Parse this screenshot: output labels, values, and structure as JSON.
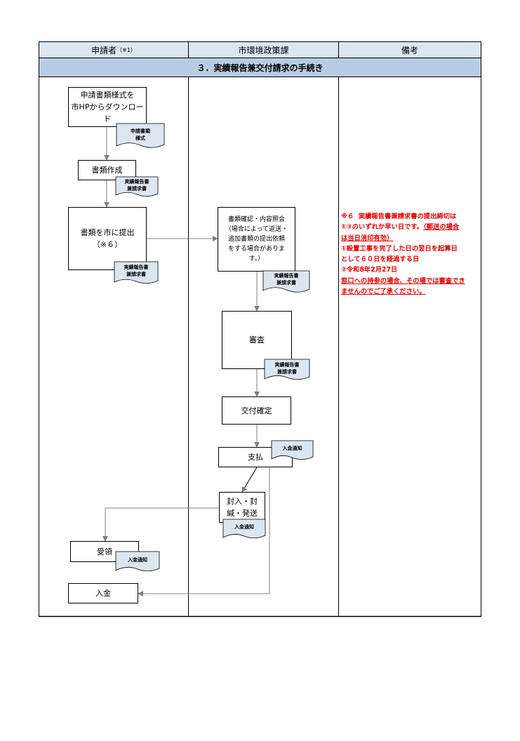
{
  "headers": {
    "applicant": "申請者",
    "applicant_note": "（※1）",
    "city": "市環境政策課",
    "remarks": "備考"
  },
  "section_title": "３．実績報告兼交付請求の手続き",
  "boxes": {
    "download": [
      "申請書類様式を",
      "市HPからダウンロード"
    ],
    "create": "書類作成",
    "submit": [
      "書類を市に提出",
      "（※６）"
    ],
    "confirm": [
      "書類確認・内容照会",
      "（場合によって返送・",
      "追加書類の提出依頼",
      "をする場合がありま",
      "す。）"
    ],
    "review": "審査",
    "decision": "交付確定",
    "payment": "支払",
    "ship": [
      "封入・封",
      "緘・発送"
    ],
    "receive": "受領",
    "deposit": "入金"
  },
  "documents": {
    "application_form": [
      "申請書類",
      "様式"
    ],
    "report": [
      "実績報告書",
      "兼請求書"
    ],
    "deposit_notice": "入金通知"
  },
  "note": {
    "title_mark": "※６",
    "title_text": "実績報告書兼請求書の提出締切は",
    "line1_a": "①②のいずれか早い日です。",
    "line1_b": "（郵送の場合",
    "line2": "は当日消印有効）",
    "line3": "①設置工事を完了した日の翌日を起算日",
    "line4": "として６０日を経過する日",
    "line5": "②令和8年2月27日",
    "line6": "窓口への持参の場合、その場では審査でき",
    "line7": "ませんのでご了承ください。"
  },
  "colors": {
    "header_bg": "#dce6f1",
    "section_bg": "#b8cce4",
    "doc_fill": "#dce6f1",
    "note_red": "#e00000"
  }
}
